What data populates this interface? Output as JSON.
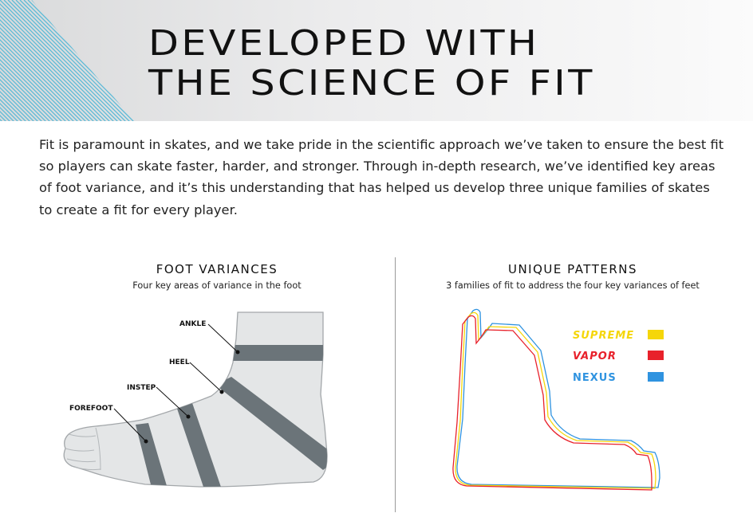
{
  "header": {
    "headline_line1": "DEVELOPED WITH",
    "headline_line2": "THE SCIENCE OF FIT",
    "stripe_color": "#5bbad7"
  },
  "intro": "Fit is paramount in skates, and we take pride in the scientific approach we’ve taken to ensure the best fit so players can skate faster, harder, and stronger. Through in-depth research, we’ve identified key areas of foot variance, and it’s this understanding that has helped us develop three unique families of skates to create a fit for every player.",
  "foot_variances": {
    "title": "FOOT VARIANCES",
    "subtitle": "Four key areas of variance in the foot",
    "labels": [
      "ANKLE",
      "HEEL",
      "INSTEP",
      "FOREFOOT"
    ],
    "band_color": "#6b7479"
  },
  "unique_patterns": {
    "title": "UNIQUE PATTERNS",
    "subtitle": "3 families of fit to address the four key variances of feet",
    "legend": [
      {
        "name": "SUPREME",
        "color": "#f5d60a"
      },
      {
        "name": "VAPOR",
        "color": "#e8212b"
      },
      {
        "name": "NEXUS",
        "color": "#2f93e0"
      }
    ]
  }
}
